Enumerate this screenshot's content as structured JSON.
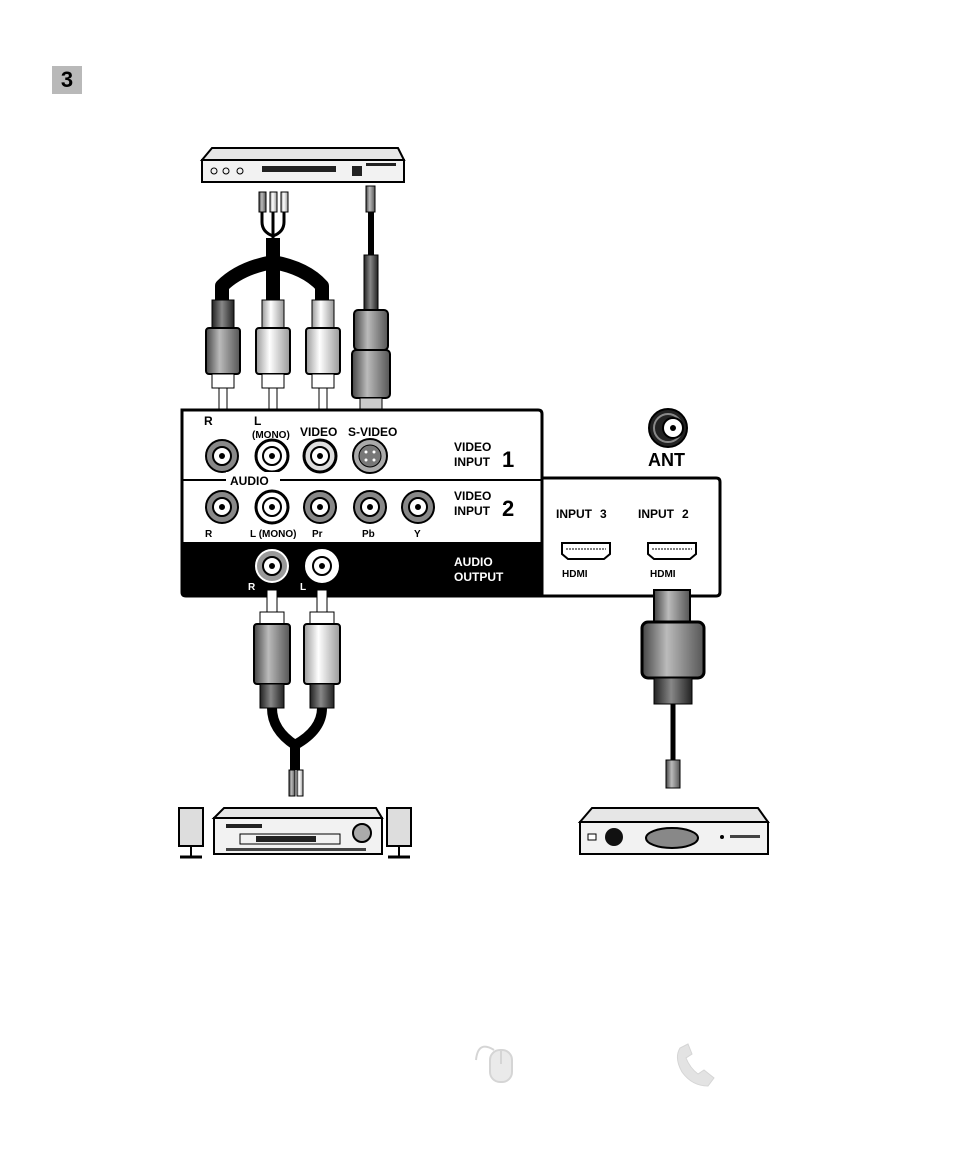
{
  "step_number": "3",
  "panel": {
    "video_input_1": {
      "top_labels": {
        "r": "R",
        "l": "L",
        "mono": "(MONO)",
        "video": "VIDEO",
        "svideo": "S-VIDEO"
      },
      "title_line1": "VIDEO",
      "title_line2": "INPUT",
      "number": "1",
      "audio_label": "AUDIO"
    },
    "video_input_2": {
      "title_line1": "VIDEO",
      "title_line2": "INPUT",
      "number": "2",
      "jack_labels": {
        "r": "R",
        "l": "L (MONO)",
        "pr": "Pr",
        "pb": "Pb",
        "y": "Y"
      }
    },
    "audio_output": {
      "title_line1": "AUDIO",
      "title_line2": "OUTPUT",
      "jack_labels": {
        "r": "R",
        "l": "L"
      }
    },
    "hdmi": {
      "input3": "INPUT",
      "input3_num": "3",
      "input2": "INPUT",
      "input2_num": "2",
      "logo": "HDMI"
    },
    "antenna_label": "ANT"
  },
  "icons": {
    "mouse": "mouse-icon",
    "phone": "phone-icon"
  }
}
